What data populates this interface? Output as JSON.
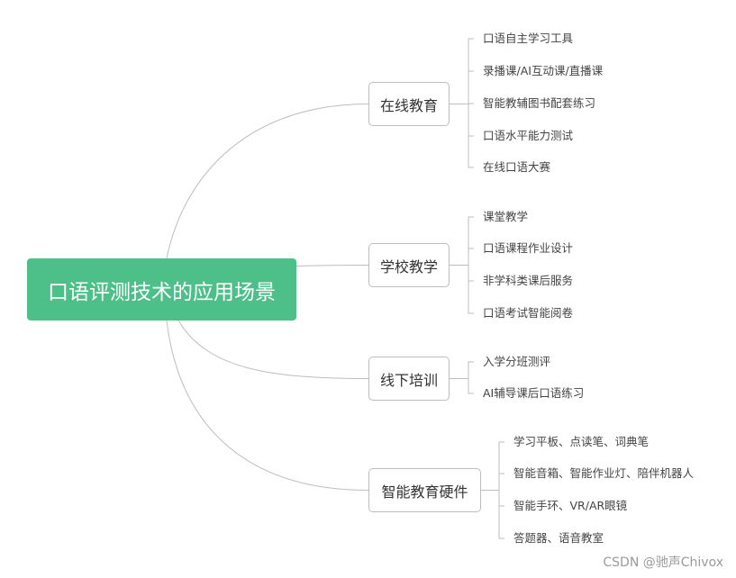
{
  "root": {
    "label": "口语评测技术的应用场景"
  },
  "branches": [
    {
      "label": "在线教育",
      "children": [
        "口语自主学习工具",
        "录播课/AI互动课/直播课",
        "智能教辅图书配套练习",
        "口语水平能力测试",
        "在线口语大赛"
      ]
    },
    {
      "label": "学校教学",
      "children": [
        "课堂教学",
        "口语课程作业设计",
        "非学科类课后服务",
        "口语考试智能阅卷"
      ]
    },
    {
      "label": "线下培训",
      "children": [
        "入学分班测评",
        "AI辅导课后口语练习"
      ]
    },
    {
      "label": "智能教育硬件",
      "children": [
        "学习平板、点读笔、词典笔",
        "智能音箱、智能作业灯、陪伴机器人",
        "智能手环、VR/AR眼镜",
        "答题器、语音教室"
      ]
    }
  ],
  "watermark": "CSDN @驰声Chivox",
  "colors": {
    "root_fill": "#4dbf88",
    "line": "#bdbdbd",
    "text": "#333333"
  }
}
